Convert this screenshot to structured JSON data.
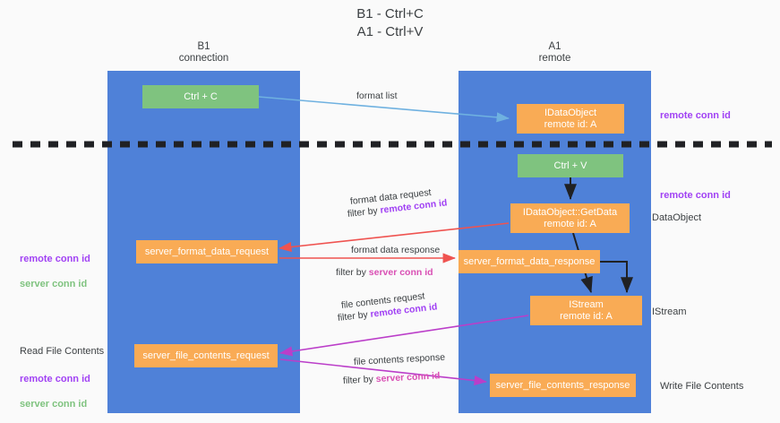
{
  "title": "B1 - Ctrl+C\nA1 - Ctrl+V",
  "lanes": [
    {
      "name": "b1",
      "label": "B1\nconnection",
      "color": "#4f81d8"
    },
    {
      "name": "a1",
      "label": "A1\nremote",
      "color": "#4f81d8"
    }
  ],
  "nodes": {
    "ctrl_c": "Ctrl + C",
    "data_object": "IDataObject\nremote id: A",
    "ctrl_v": "Ctrl + V",
    "get_data": "IDataObject::GetData\nremote id: A",
    "server_format_data_request": "server_format_data_request",
    "server_format_data_response": "server_format_data_response",
    "istream": "IStream\nremote id: A",
    "server_file_contents_request": "server_file_contents_request",
    "server_file_contents_response": "server_file_contents_response"
  },
  "edge_labels": {
    "format_list": "format list",
    "format_data_request": "format data request",
    "format_data_request_filter_prefix": "filter by ",
    "format_data_request_filter_key": "remote conn id",
    "format_data_response": "format data response",
    "format_data_response_filter_prefix": "filter by ",
    "format_data_response_filter_key": "server conn id",
    "file_contents_request": "file contents request",
    "file_contents_request_filter_prefix": "filter by ",
    "file_contents_request_filter_key": "remote conn id",
    "file_contents_response": "file contents response",
    "file_contents_response_filter_prefix": "filter by ",
    "file_contents_response_filter_key": "server conn id"
  },
  "annotations": {
    "remote_conn_id_top": "remote conn id",
    "remote_conn_id_mid": "remote conn id",
    "data_object_label": "DataObject",
    "istream_label": "IStream",
    "write_file_contents": "Write File Contents",
    "read_file_contents": "Read File Contents",
    "left_remote_conn_id": "remote conn id",
    "left_server_conn_id": "server conn id",
    "left_remote_conn_id_2": "remote conn id",
    "left_server_conn_id_2": "server conn id"
  },
  "colors": {
    "lane": "#4f81d8",
    "green_node": "#7fc37f",
    "orange_node": "#f9ab55",
    "purple": "#a142f4",
    "pink": "#d94fb4",
    "green_text": "#7fc37f",
    "blue_arrow": "#6fb1e0",
    "red_arrow": "#ef5350",
    "magenta_arrow": "#bb3ec9",
    "black_arrow": "#202124",
    "background": "#fafafa",
    "text": "#3c4043"
  },
  "divider": {
    "name": "dashed-separator",
    "style": "dashed",
    "color": "#202124"
  }
}
